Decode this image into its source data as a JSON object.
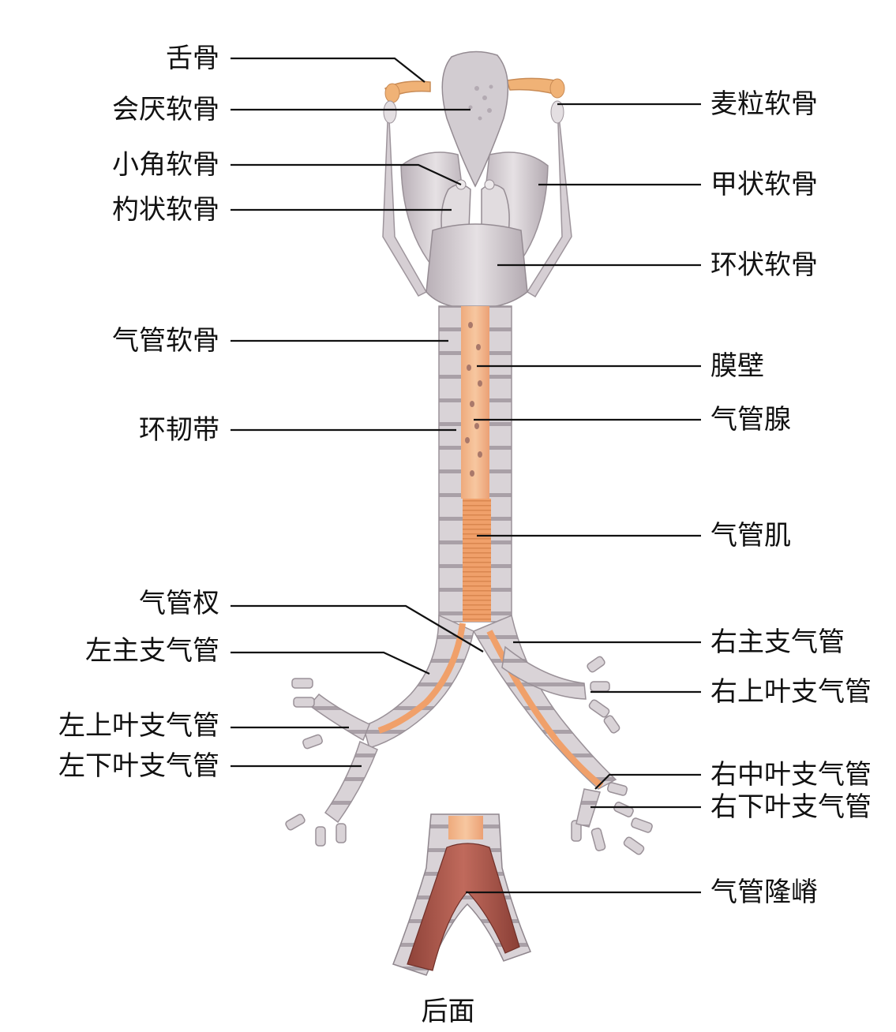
{
  "labels": {
    "left": {
      "hyoid": "舌骨",
      "epiglottic": "会厌软骨",
      "corniculate": "小角软骨",
      "arytenoid": "杓状软骨",
      "tracheal_cartilage": "气管软骨",
      "annular_ligament": "环韧带",
      "bifurcation": "气管杈",
      "left_main_bronchus": "左主支气管",
      "left_upper_lobe": "左上叶支气管",
      "left_lower_lobe": "左下叶支气管"
    },
    "right": {
      "triticeal": "麦粒软骨",
      "thyroid": "甲状软骨",
      "cricoid": "环状软骨",
      "membranous_wall": "膜壁",
      "tracheal_gland": "气管腺",
      "trachealis": "气管肌",
      "right_main_bronchus": "右主支气管",
      "right_upper_lobe": "右上叶支气管",
      "right_middle_lobe": "右中叶支气管",
      "right_lower_lobe": "右下叶支气管",
      "carina": "气管隆嵴"
    }
  },
  "caption": "后面",
  "colors": {
    "cartilage": "#d8d2d6",
    "cartilage_shadow": "#a79fa6",
    "membrane": "#f2b486",
    "muscle": "#f0a06a",
    "carina_mucosa": "#a8574c",
    "leader_line": "#111111"
  }
}
